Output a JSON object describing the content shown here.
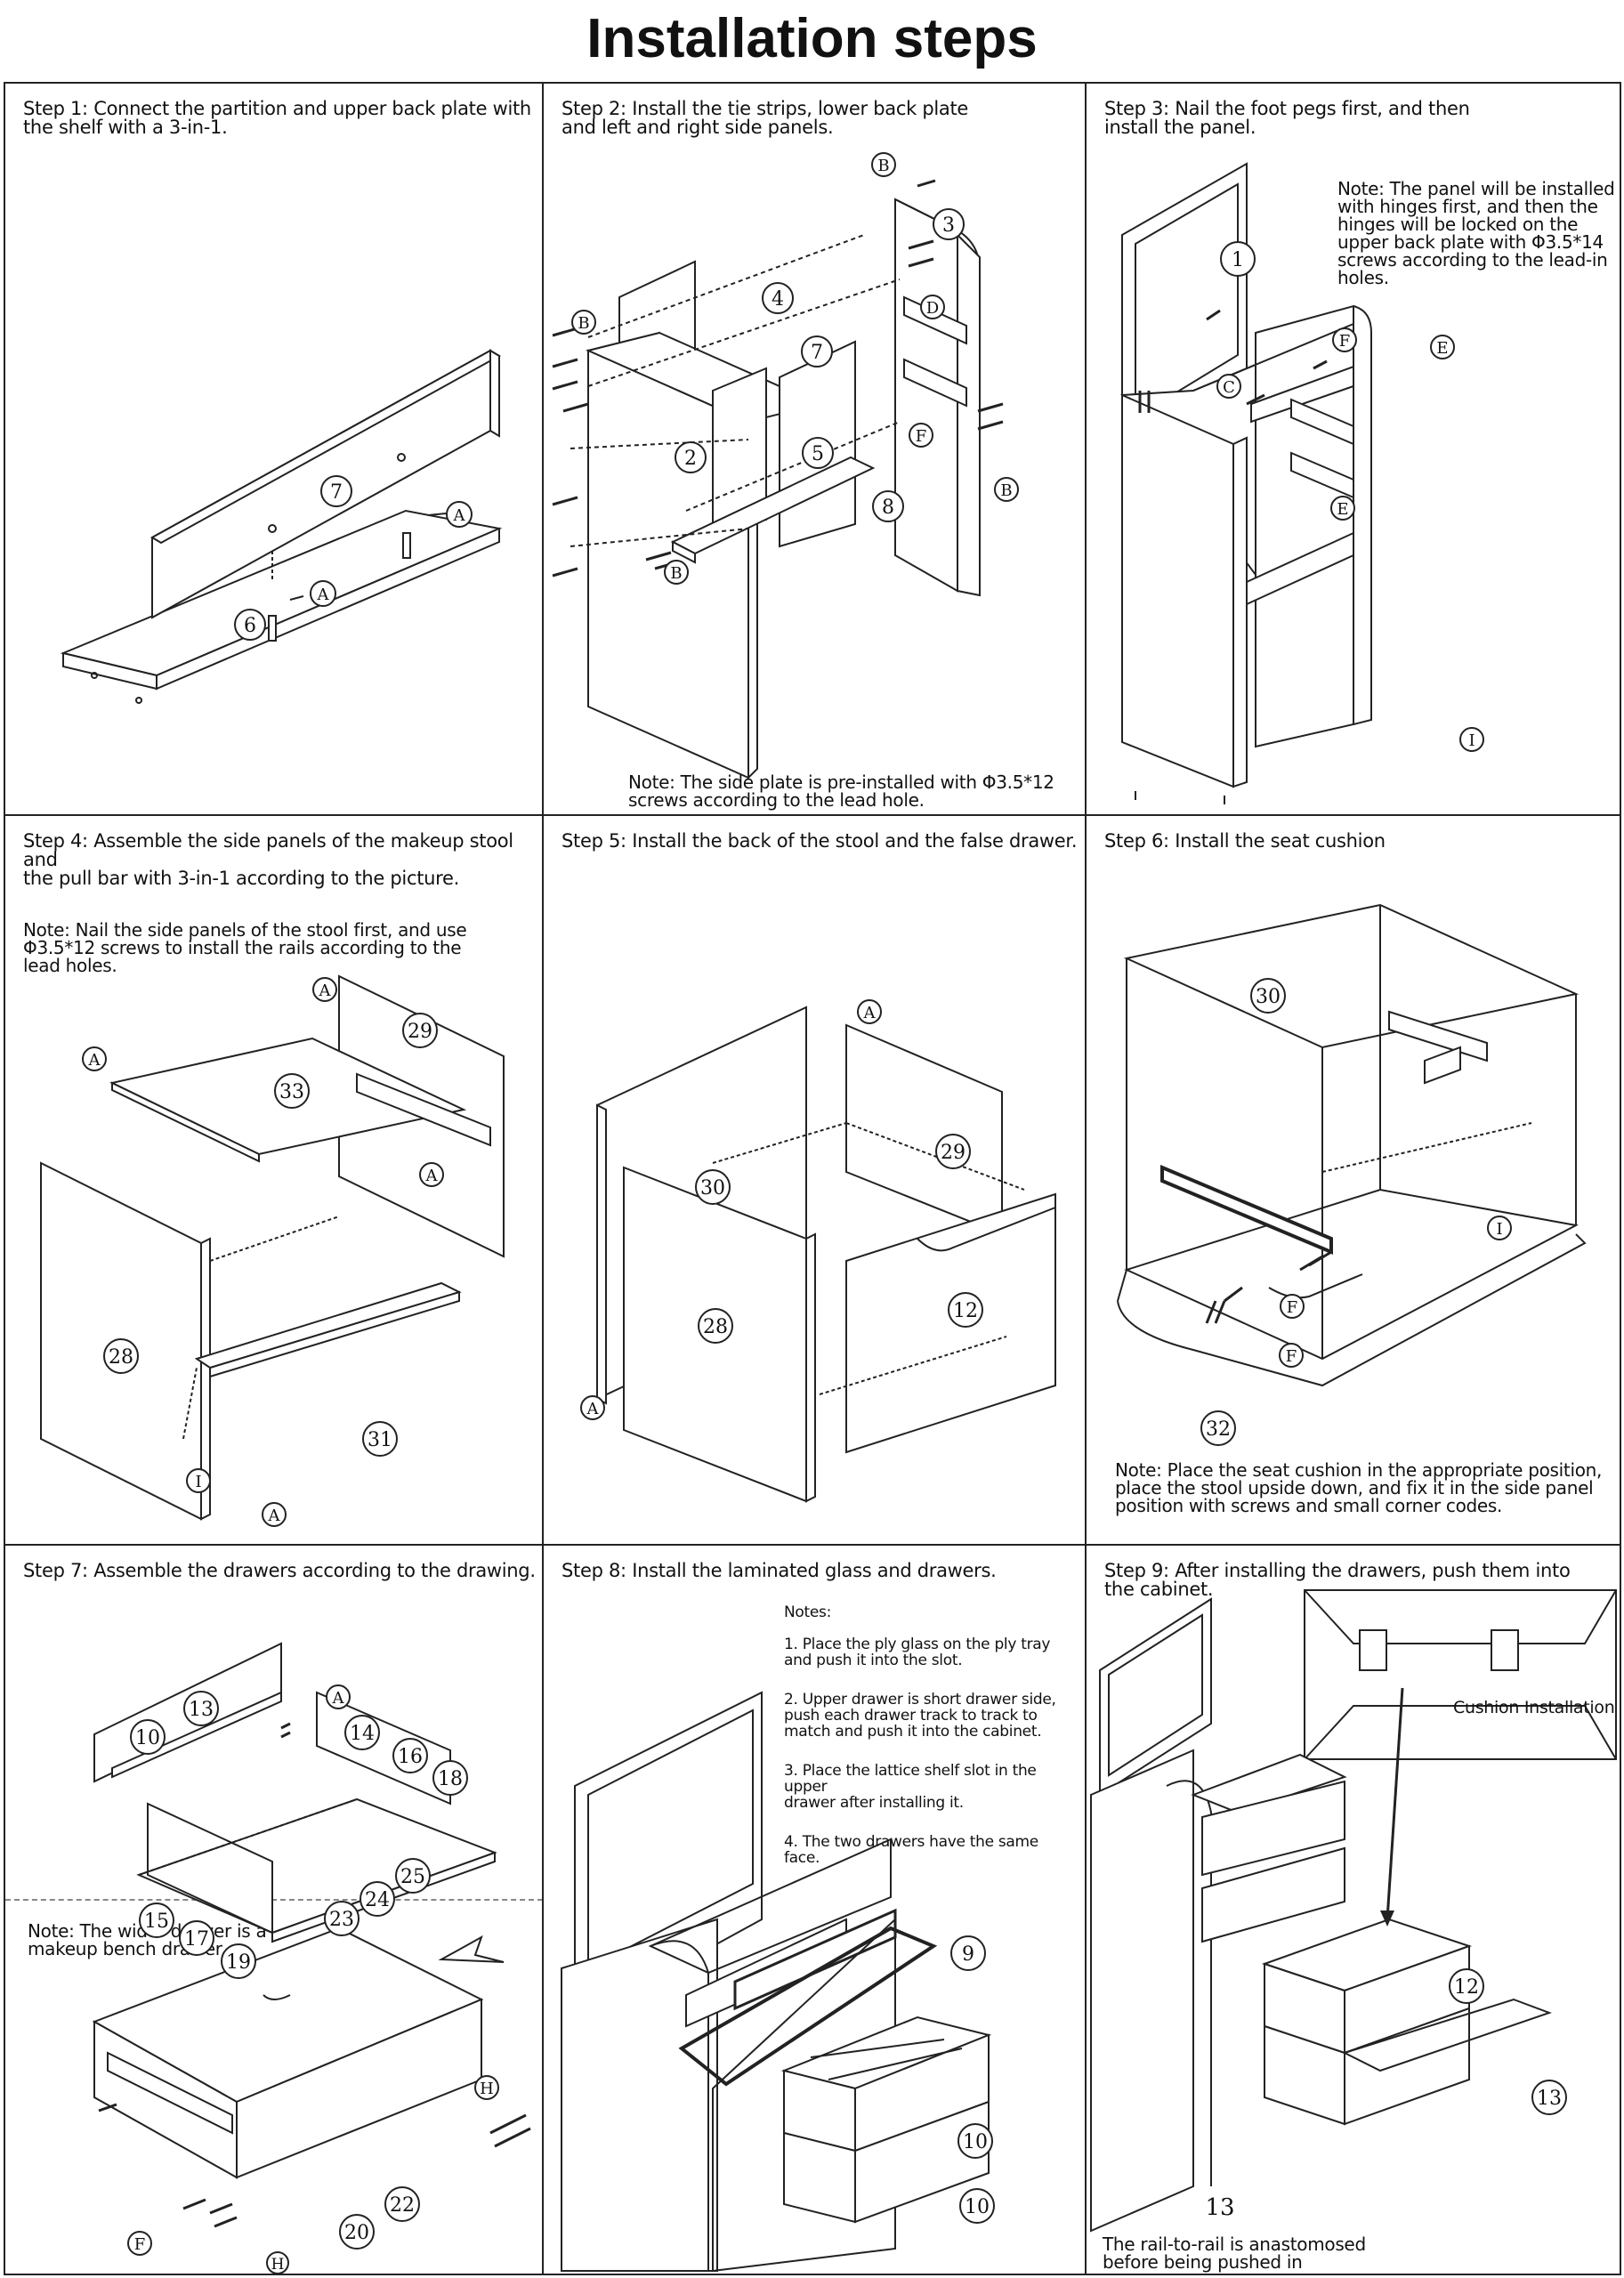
{
  "title": "Installation steps",
  "steps": [
    {
      "heading": "Step 1: Connect the partition and upper back plate with\nthe shelf with a 3-in-1.",
      "labels": [
        "7",
        "6",
        "A",
        "A"
      ]
    },
    {
      "heading": "Step 2: Install the tie strips, lower back plate\nand left and right side panels.",
      "labels": [
        "B",
        "3",
        "4",
        "7",
        "D",
        "B",
        "2",
        "5",
        "F",
        "B",
        "8",
        "B"
      ],
      "note": "Note: The side plate is pre-installed with Φ3.5*12\nscrews according to the lead hole."
    },
    {
      "heading": "Step 3: Nail the foot pegs first, and then\ninstall the panel.",
      "labels": [
        "1",
        "C",
        "F",
        "E",
        "E",
        "I"
      ],
      "note": "Note: The panel will be installed\nwith hinges first, and then the\nhinges will be locked on the\nupper back plate with Φ3.5*14\nscrews according to the lead-in\nholes."
    },
    {
      "heading": "Step 4: Assemble the side panels of the makeup stool and\nthe pull bar with 3-in-1 according to the picture.",
      "labels": [
        "A",
        "29",
        "A",
        "33",
        "A",
        "28",
        "31",
        "A",
        "I"
      ],
      "note": "Note: Nail the side panels of the stool first, and use\nΦ3.5*12 screws to install the rails according to the\nlead holes."
    },
    {
      "heading": "Step 5: Install the back of the stool and the false drawer.",
      "labels": [
        "A",
        "29",
        "30",
        "28",
        "12",
        "A"
      ]
    },
    {
      "heading": "Step 6: Install the seat cushion",
      "labels": [
        "30",
        "I",
        "F",
        "F",
        "32"
      ],
      "note": "Note: Place the seat cushion in the appropriate position,\nplace the stool upside down, and fix it in the side panel\nposition with screws and small corner codes."
    },
    {
      "heading": "Step 7: Assemble the drawers according to the drawing.",
      "labels": [
        "13",
        "A",
        "10",
        "14",
        "16",
        "18",
        "25",
        "24",
        "23",
        "15",
        "17",
        "19",
        "H",
        "22",
        "20",
        "F",
        "H"
      ],
      "note": "Note: The wider drawer is a\nmakeup bench drawer."
    },
    {
      "heading": "Step 8: Install the laminated glass and drawers.",
      "labels": [
        "9",
        "10",
        "10"
      ],
      "notes": [
        "Notes:",
        "1. Place the ply glass on the ply tray\nand push it into the slot.",
        "2. Upper drawer is short drawer side,\npush each drawer track to track to\nmatch and push it into the cabinet.",
        "3. Place the lattice shelf slot in the upper\ndrawer after installing it.",
        "4. The two drawers have the same face."
      ]
    },
    {
      "heading": "Step 9: After installing the drawers, push them into\nthe cabinet.",
      "labels": [
        "12",
        "13",
        "13"
      ],
      "callout": "Cushion Installation",
      "note": "The rail-to-rail is anastomosed\nbefore being pushed in"
    }
  ]
}
